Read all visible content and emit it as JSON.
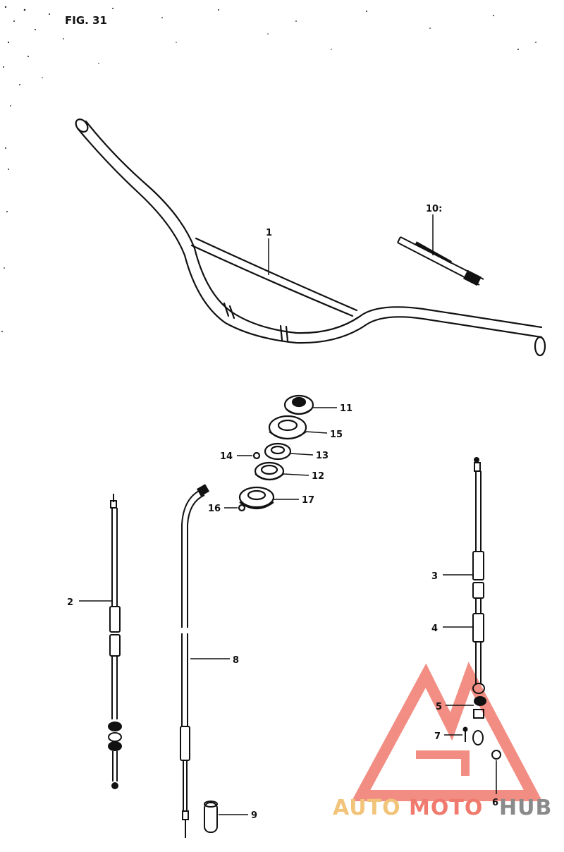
{
  "figure": {
    "title": "FIG. 31"
  },
  "parts": [
    {
      "number": "1",
      "name": "handlebar"
    },
    {
      "number": "2",
      "name": "cable"
    },
    {
      "number": "3",
      "name": "cable-part"
    },
    {
      "number": "4",
      "name": "cable-part"
    },
    {
      "number": "5",
      "name": "part"
    },
    {
      "number": "6",
      "name": "part"
    },
    {
      "number": "7",
      "name": "part"
    },
    {
      "number": "8",
      "name": "cable"
    },
    {
      "number": "9",
      "name": "part"
    },
    {
      "number": "10",
      "name": "rod"
    },
    {
      "number": "11",
      "name": "part"
    },
    {
      "number": "12",
      "name": "part"
    },
    {
      "number": "13",
      "name": "part"
    },
    {
      "number": "14",
      "name": "part"
    },
    {
      "number": "15",
      "name": "part"
    },
    {
      "number": "16",
      "name": "part"
    },
    {
      "number": "17",
      "name": "part"
    }
  ],
  "labels": {
    "p1": "1",
    "p2": "2",
    "p3": "3",
    "p4": "4",
    "p5": "5",
    "p6": "6",
    "p7": "7",
    "p8": "8",
    "p9": "9",
    "p10": "10:",
    "p11": "11",
    "p12": "12",
    "p13": "13",
    "p14": "14",
    "p15": "15",
    "p16": "16",
    "p17": "17"
  },
  "watermark": {
    "auto": "AUTO",
    "moto": "MOTO",
    "hub": "HUB"
  },
  "colors": {
    "ink": "#111111",
    "watermark_red": "#f07a6e",
    "watermark_yellow": "#f2c47a",
    "watermark_gray": "#8a8a8a"
  }
}
